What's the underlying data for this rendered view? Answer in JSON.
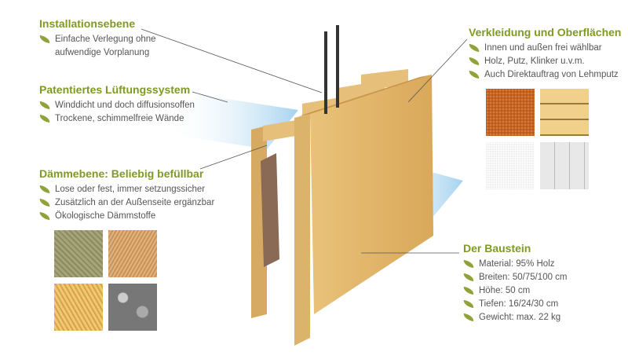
{
  "installation": {
    "title": "Installationsebene",
    "items": [
      "Einfache Verlegung ohne aufwendige Vorplanung"
    ]
  },
  "lueftung": {
    "title": "Patentiertes Lüftungssystem",
    "items": [
      "Winddicht und doch diffusionsoffen",
      "Trockene, schimmelfreie Wände"
    ]
  },
  "daemm": {
    "title": "Dämmebene: Beliebig befüllbar",
    "items": [
      "Lose oder fest, immer setzungssicher",
      "Zusätzlich an der Außenseite ergänzbar",
      "Ökologische Dämmstoffe"
    ]
  },
  "verkleidung": {
    "title": "Verkleidung und Oberflächen",
    "items": [
      "Innen und außen frei wählbar",
      "Holz, Putz, Klinker u.v.m.",
      "Auch Direktauftrag von Lehmputz"
    ]
  },
  "baustein": {
    "title": "Der Baustein",
    "items": [
      "Material: 95% Holz",
      "Breiten: 50/75/100 cm",
      "Höhe: 50 cm",
      "Tiefen: 16/24/30 cm",
      "Gewicht: max. 22 kg"
    ]
  },
  "colors": {
    "accent": "#7f9a22",
    "leaf": "#8ea33a",
    "text": "#555555"
  }
}
